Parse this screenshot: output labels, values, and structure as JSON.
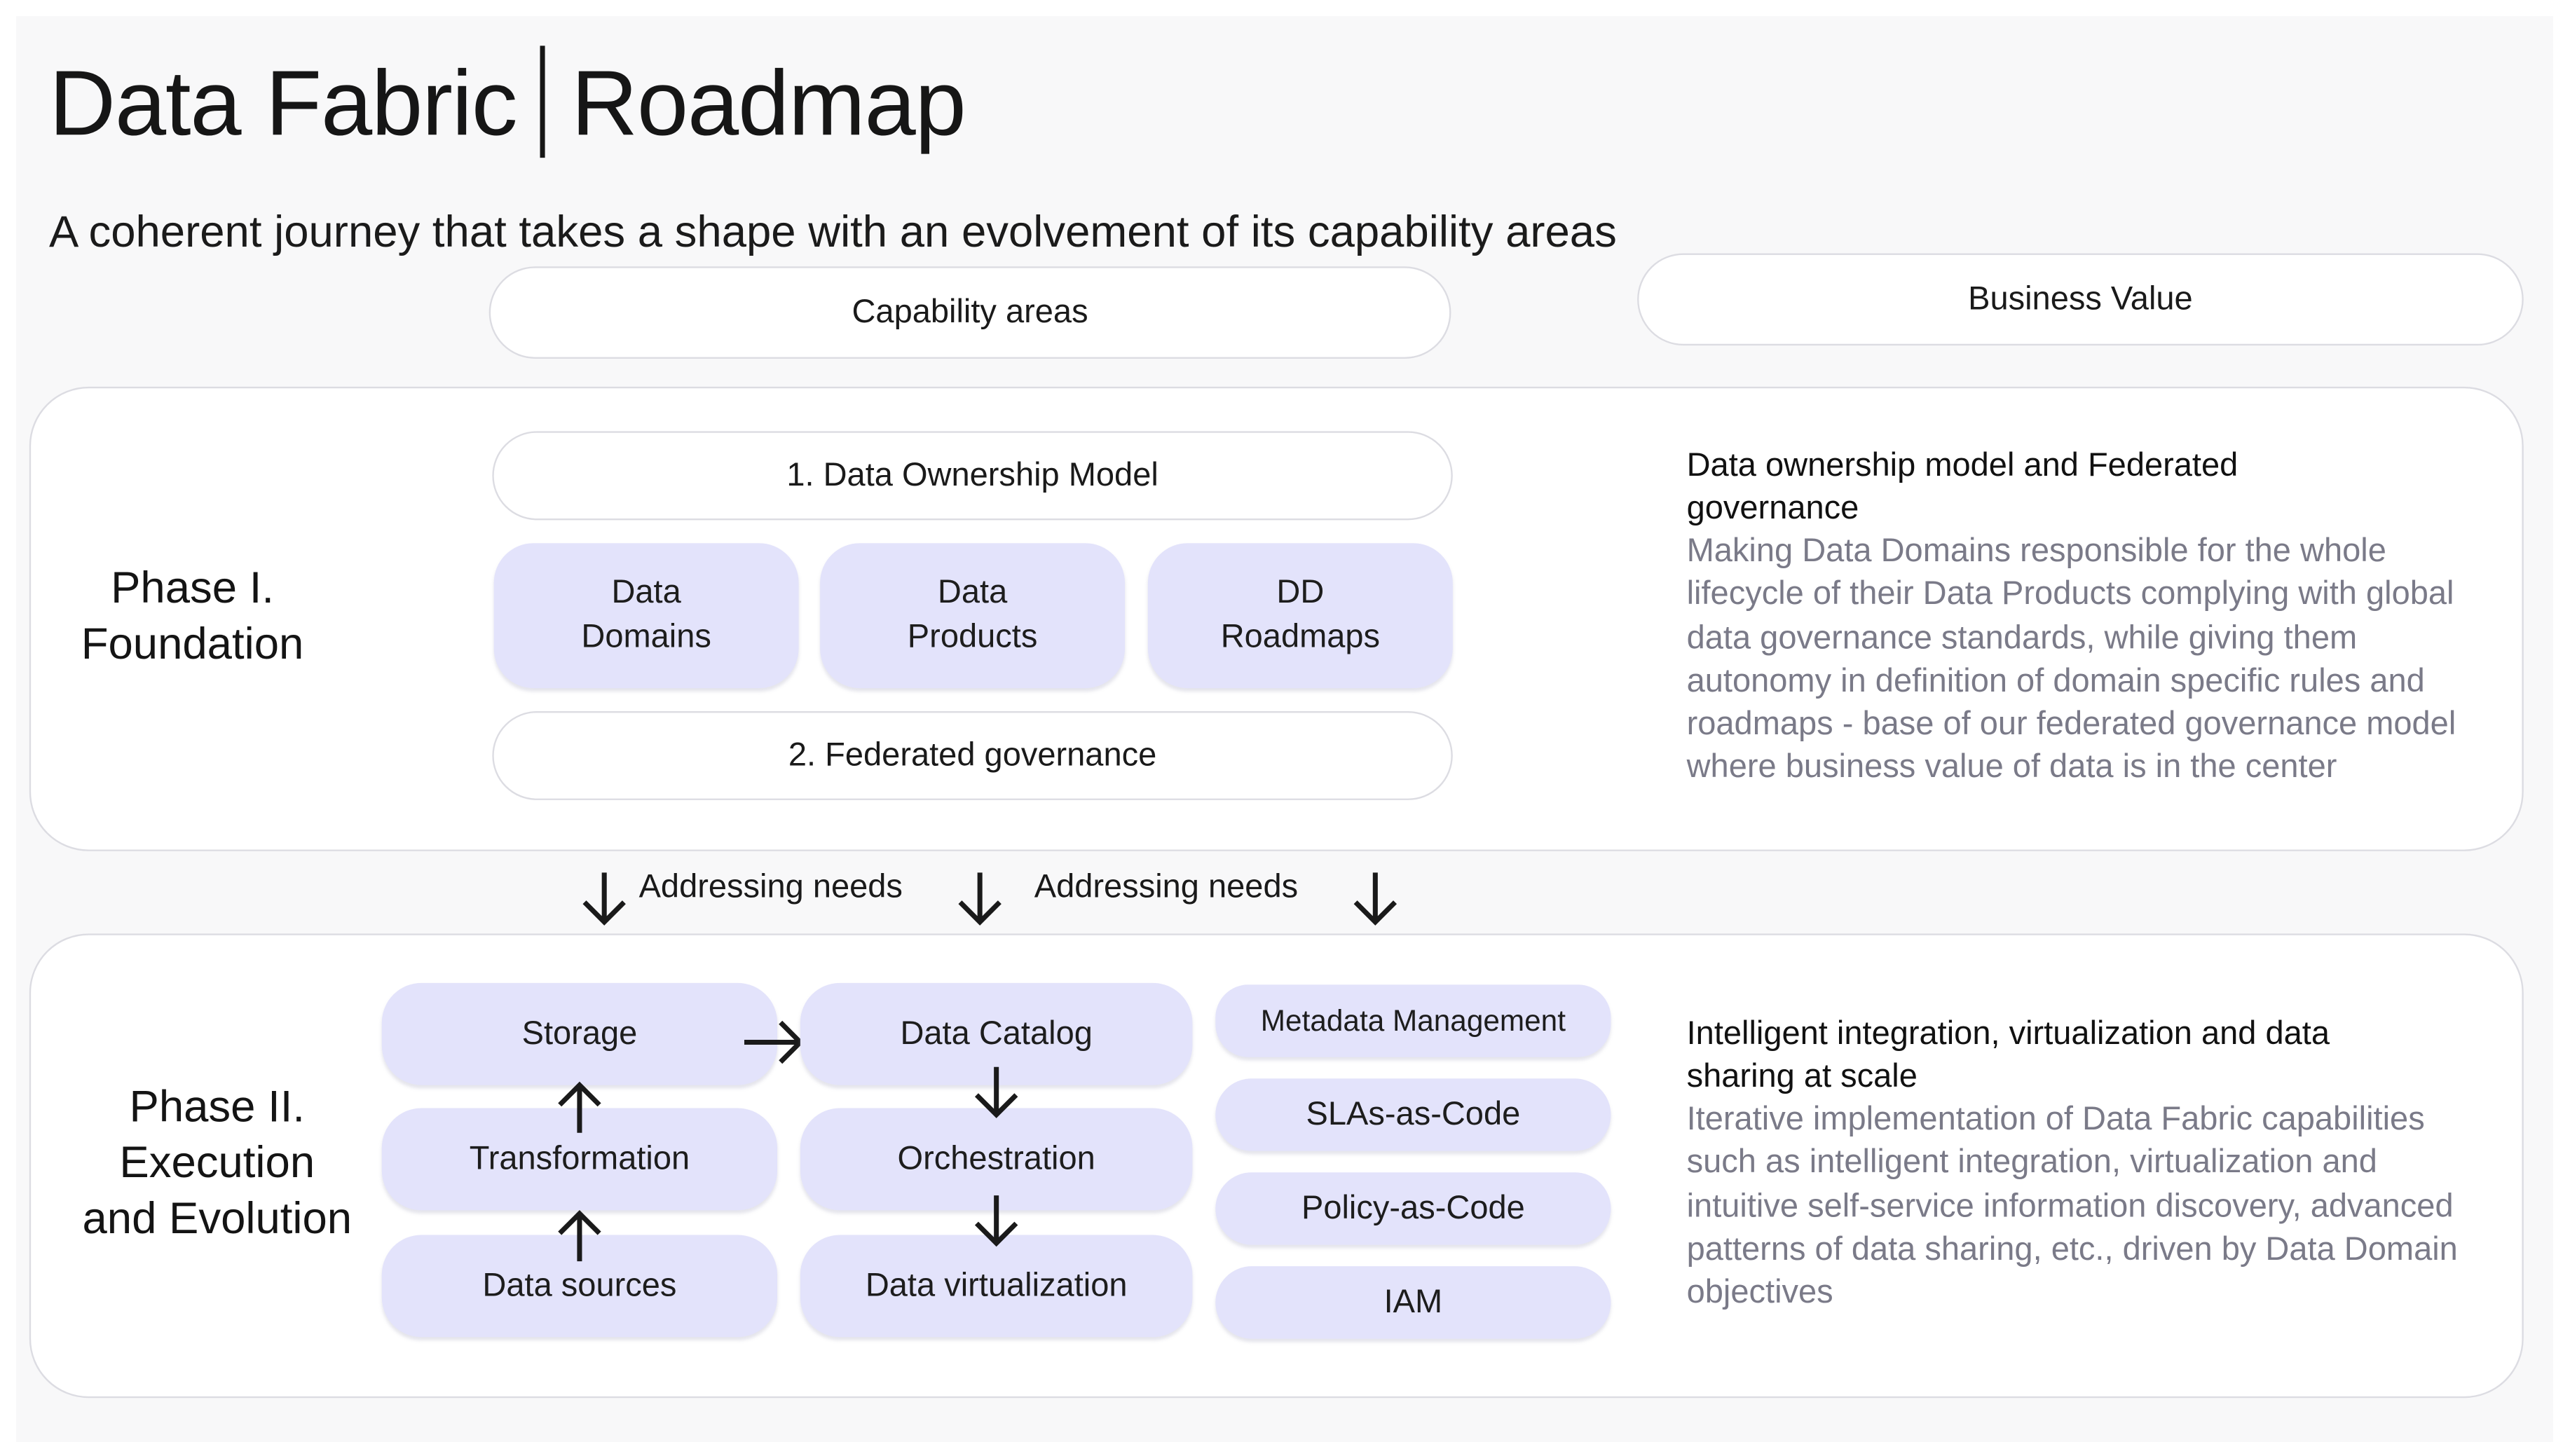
{
  "header": {
    "title_left": "Data Fabric",
    "title_right": "Roadmap",
    "subtitle": "A coherent journey that takes a shape with an evolvement of its capability areas"
  },
  "columns": {
    "capability_areas": "Capability areas",
    "business_value": "Business Value"
  },
  "phase1": {
    "label_line1": "Phase I.",
    "label_line2": "Foundation",
    "ownership_model": "1.  Data Ownership Model",
    "boxes": [
      {
        "line1": "Data",
        "line2": "Domains"
      },
      {
        "line1": "Data",
        "line2": "Products"
      },
      {
        "line1": "DD",
        "line2": "Roadmaps"
      }
    ],
    "federated_governance": "2. Federated governance",
    "value_heading": "Data ownership model and Federated governance",
    "value_body": "Making Data Domains responsible for the whole lifecycle of their Data Products complying with global data governance standards, while giving them autonomy in definition of domain specific rules and roadmaps - base of our federated governance model where business value of data is in the center"
  },
  "connectors": {
    "needs_left": "Addressing needs",
    "needs_right": "Addressing needs"
  },
  "phase2": {
    "label_line1": "Phase II.",
    "label_line2": "Execution",
    "label_line3": "and Evolution",
    "col1": [
      "Storage",
      "Transformation",
      "Data sources"
    ],
    "col2": [
      "Data Catalog",
      "Orchestration",
      "Data virtualization"
    ],
    "col3": [
      "Metadata Management",
      "SLAs-as-Code",
      "Policy-as-Code",
      "IAM"
    ],
    "value_heading": "Intelligent integration, virtualization and data sharing at scale",
    "value_body": "Iterative implementation of Data Fabric capabilities such as intelligent integration, virtualization and intuitive self-service information discovery, advanced patterns of data sharing, etc., driven by Data Domain objectives"
  },
  "colors": {
    "box_fill": "#e3e3fb",
    "border": "#dcdce2",
    "muted_text": "#7a7a88",
    "background": "#f8f8f9"
  }
}
